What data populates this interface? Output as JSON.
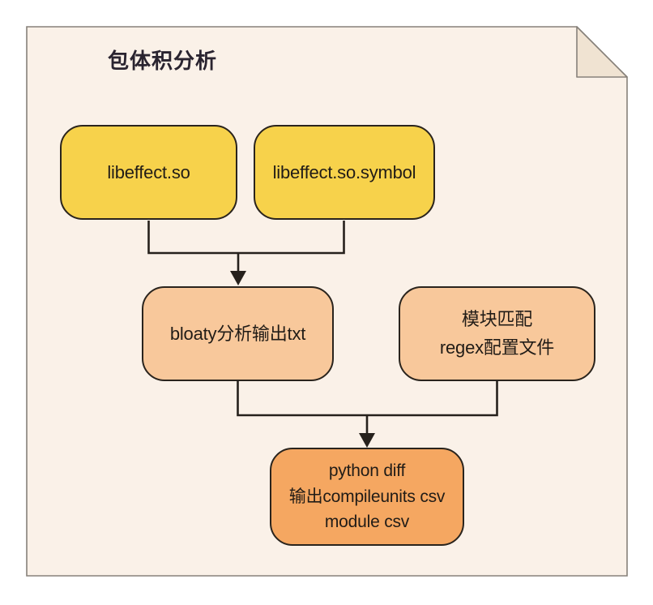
{
  "title": "包体积分析",
  "nodes": {
    "libeffect_so": {
      "label": "libeffect.so"
    },
    "libeffect_symbol": {
      "label": "libeffect.so.symbol"
    },
    "bloaty_output": {
      "label": "bloaty分析输出txt"
    },
    "regex_config": {
      "line1": "模块匹配",
      "line2": "regex配置文件"
    },
    "python_diff": {
      "line1": "python diff",
      "line2": "输出compileunits csv",
      "line3": "module csv"
    }
  },
  "colors": {
    "page_background": "#ffffff",
    "note_background": "#faf1e8",
    "note_fold": "#f0e3d2",
    "note_border": "#87817a",
    "node_yellow": "#f7d24b",
    "node_peach": "#f8c89b",
    "node_orange": "#f5a761",
    "node_border": "#2a241d",
    "connector": "#26211c",
    "text": "#211c17",
    "title_color": "#2a2430"
  }
}
